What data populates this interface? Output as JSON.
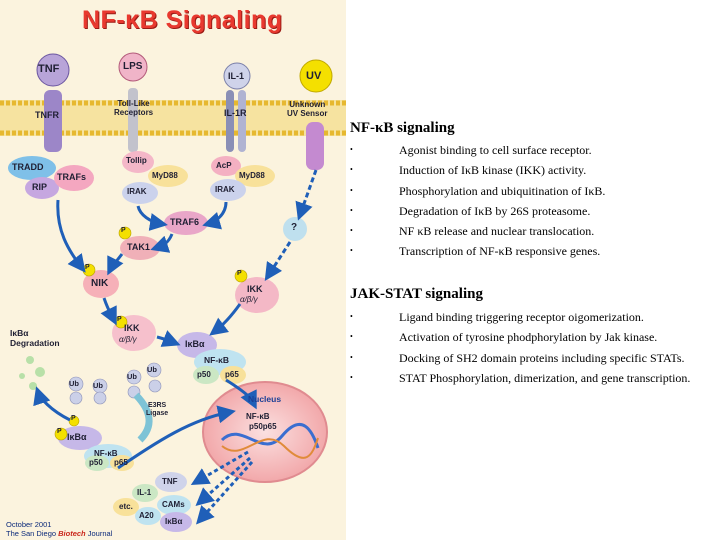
{
  "poster": {
    "title": "NF-κB Signaling",
    "footer_date": "October 2001",
    "footer_journal_prefix": "The San Diego ",
    "footer_journal_name": "Biotech",
    "footer_journal_suffix": " Journal",
    "labels": {
      "tnf": "TNF",
      "lps": "LPS",
      "il1": "IL-1",
      "uv": "UV",
      "tnfr": "TNFR",
      "tlr": "Toll-Like\nReceptors",
      "il1r": "IL-1R",
      "uvsensor": "Unknown\nUV Sensor",
      "tradd": "TRADD",
      "rip": "RIP",
      "trafs": "TRAFs",
      "tollip": "Tollip",
      "myd88a": "MyD88",
      "iraka": "IRAK",
      "acp": "AcP",
      "myd88b": "MyD88",
      "irakb": "IRAK",
      "traf6": "TRAF6",
      "tak1": "TAK1",
      "p": "P",
      "q": "?",
      "nik": "NIK",
      "ikk1": "IKK",
      "abg1": "α/β/γ",
      "ikk2": "IKK",
      "abg2": "α/β/γ",
      "degradation": "IκBα\nDegradation",
      "ikba_top": "IκBα",
      "nfkb": "NF-κB",
      "p50": "p50",
      "p65": "p65",
      "ub": "Ub",
      "e3rs": "E3RS\nLigase",
      "ikba_p": "IκBα",
      "nucleus": "Nucleus",
      "tnf_out": "TNF",
      "il1_out": "IL-1",
      "cams": "CAMs",
      "etc": "etc.",
      "a20": "A20",
      "ikba_out": "IκBα"
    }
  },
  "sections": [
    {
      "heading": "NF-κB signaling",
      "items": [
        "Agonist binding to cell surface receptor.",
        "Induction of IκB kinase (IKK) activity.",
        "Phosphorylation and ubiquitination of IκB.",
        "Degradation of IκB by 26S proteasome.",
        "NF κB release and nuclear translocation.",
        "Transcription of NF-κB responsive genes."
      ]
    },
    {
      "heading": "JAK-STAT signaling",
      "items": [
        "Ligand binding triggering receptor oigomerization.",
        "Activation of tyrosine phodphorylation by Jak kinase.",
        "Docking of SH2 domain proteins including specific STATs.",
        "STAT Phosphorylation, dimerization, and gene transcription."
      ]
    }
  ],
  "bullet_char": "•",
  "colors": {
    "title_red": "#e8392f",
    "arrow_blue": "#1f5fb8",
    "membrane": "#f0c848",
    "nucleus": "#f6c2c2"
  }
}
